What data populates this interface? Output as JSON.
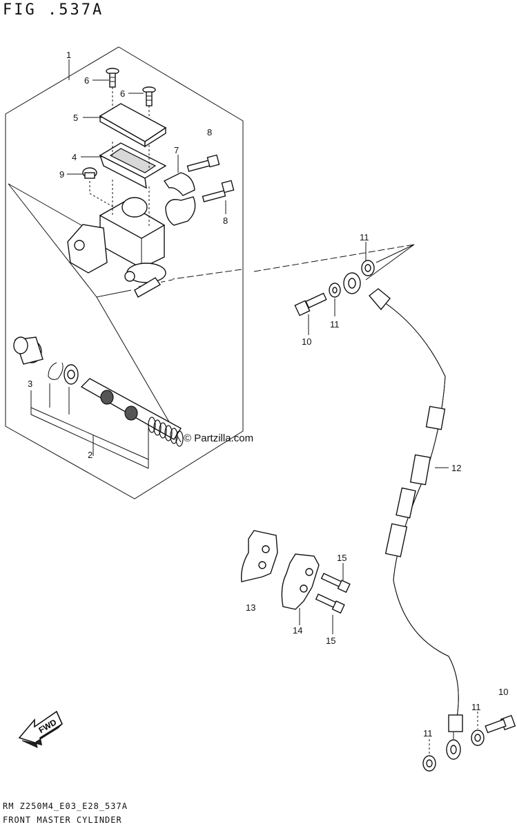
{
  "figure": {
    "title": "FIG .537A"
  },
  "footer": {
    "code": "RM Z250M4_E03_E28_537A",
    "title": "FRONT MASTER CYLINDER"
  },
  "watermark": "© Partzilla.com",
  "fwd_label": "FWD",
  "callouts": {
    "c1": "1",
    "c2": "2",
    "c3": "3",
    "c4": "4",
    "c5": "5",
    "c6a": "6",
    "c6b": "6",
    "c7": "7",
    "c8a": "8",
    "c8b": "8",
    "c9": "9",
    "c10a": "10",
    "c10b": "10",
    "c11a": "11",
    "c11b": "11",
    "c11c": "11",
    "c11d": "11",
    "c12": "12",
    "c13": "13",
    "c14": "14",
    "c15a": "15",
    "c15b": "15"
  }
}
